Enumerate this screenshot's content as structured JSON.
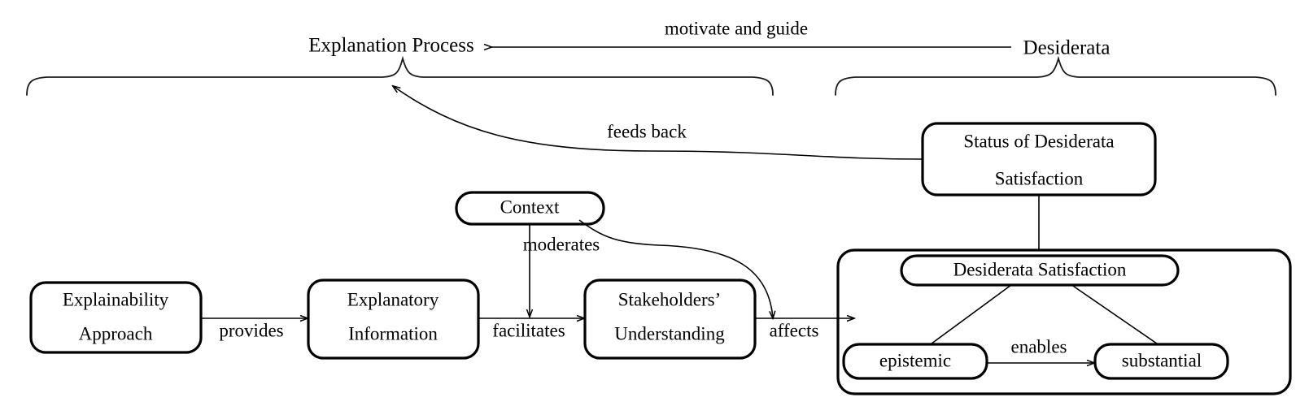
{
  "figure": {
    "title": "Explanation Process and Desiderata conceptual model",
    "background": "#ffffff",
    "stroke_color": "#000000"
  },
  "scopes": [
    {
      "id": "explanation-process",
      "label": "Explanation Process"
    },
    {
      "id": "desiderata",
      "label": "Desiderata"
    }
  ],
  "nodes": [
    {
      "id": "explainability-approach",
      "line1": "Explainability",
      "line2": "Approach"
    },
    {
      "id": "explanatory-information",
      "line1": "Explanatory",
      "line2": "Information"
    },
    {
      "id": "stakeholders-understanding",
      "line1": "Stakeholders’",
      "line2": "Understanding"
    },
    {
      "id": "context",
      "line1": "Context"
    },
    {
      "id": "status-of-desiderata-satisfaction",
      "line1": "Status of Desiderata",
      "line2": "Satisfaction"
    },
    {
      "id": "desiderata-satisfaction",
      "line1": "Desiderata Satisfaction"
    },
    {
      "id": "epistemic",
      "line1": "epistemic"
    },
    {
      "id": "substantial",
      "line1": "substantial"
    }
  ],
  "edges": [
    {
      "id": "motivate-and-guide",
      "label": "motivate and guide",
      "from": "desiderata",
      "to": "explanation-process"
    },
    {
      "id": "feeds-back",
      "label": "feeds back",
      "from": "status-of-desiderata-satisfaction",
      "to": "explanation-process"
    },
    {
      "id": "provides",
      "label": "provides",
      "from": "explainability-approach",
      "to": "explanatory-information"
    },
    {
      "id": "facilitates",
      "label": "facilitates",
      "from": "explanatory-information",
      "to": "stakeholders-understanding"
    },
    {
      "id": "moderates",
      "label": "moderates",
      "from": "context",
      "to": "facilitates"
    },
    {
      "id": "affects",
      "label": "affects",
      "from": "stakeholders-understanding",
      "to": "desiderata-satisfaction-group"
    },
    {
      "id": "enables",
      "label": "enables",
      "from": "epistemic",
      "to": "substantial"
    }
  ]
}
